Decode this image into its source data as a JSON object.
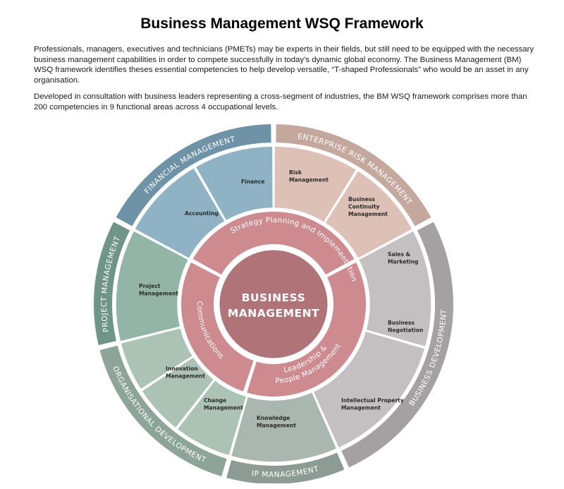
{
  "title": "Business Management WSQ Framework",
  "paragraphs": [
    "Professionals, managers, executives and technicians (PMETs) may be experts in their fields, but still need to be equipped with the necessary business management capabilities in order to compete successfully in today’s dynamic global economy. The Business Management (BM) WSQ framework identifies theses essential competencies to help develop versatile, “T-shaped Professionals” who would be an asset in any organisation.",
    "Developed in consultation with business leaders representing a cross-segment of industries, the BM WSQ framework comprises more than 200 competencies in 9 functional areas across 4 occupational levels."
  ],
  "diagram": {
    "core": {
      "lines": [
        "BUSINESS",
        "MANAGEMENT"
      ],
      "color": "#b07478"
    },
    "inner_ring": {
      "color": "#cd8b90",
      "items": [
        {
          "lines": [
            "Strategy Planning and Implementation"
          ]
        },
        {
          "lines": [
            "Leadership &",
            "People Management"
          ]
        },
        {
          "lines": [
            "Communications"
          ]
        }
      ]
    },
    "functional_areas": [
      {
        "label": "FINANCIAL MANAGEMENT",
        "band_color": "#6f93a6",
        "fill_color": "#8fb3c4",
        "segments": [
          {
            "lines": [
              "Accounting"
            ]
          },
          {
            "lines": [
              "Finance"
            ]
          }
        ]
      },
      {
        "label": "ENTERPRISE RISK MANAGEMENT",
        "band_color": "#c4a89e",
        "fill_color": "#ddc1b7",
        "segments": [
          {
            "lines": [
              "Risk",
              "Management"
            ]
          },
          {
            "lines": [
              "Business",
              "Continuity",
              "Management"
            ]
          }
        ]
      },
      {
        "label": "BUSINESS DEVELOPMENT",
        "band_color": "#a5a1a2",
        "fill_color": "#c4c0c1",
        "segments": [
          {
            "lines": [
              "Sales &",
              "Marketing"
            ]
          },
          {
            "lines": [
              "Business",
              "Negotiation"
            ]
          }
        ]
      },
      {
        "label": "IP MANAGEMENT",
        "band_color": "#8d9b95",
        "fill_color": "#aab7b0",
        "segments": [
          {
            "lines": [
              "Intellectual Property",
              "Management"
            ]
          }
        ]
      },
      {
        "label": "ORGANISATIONAL DEVELOPMENT",
        "band_color": "#8da599",
        "fill_color": "#abc2b5",
        "segments": [
          {
            "lines": [
              "Knowledge",
              "Management"
            ]
          },
          {
            "lines": [
              "Change",
              "Management"
            ]
          },
          {
            "lines": [
              "Innovation",
              "Management"
            ]
          }
        ]
      },
      {
        "label": "PROJECT MANAGEMENT",
        "band_color": "#6f9488",
        "fill_color": "#92b5a8",
        "segments": [
          {
            "lines": [
              "Project",
              "Management"
            ]
          }
        ]
      }
    ]
  }
}
